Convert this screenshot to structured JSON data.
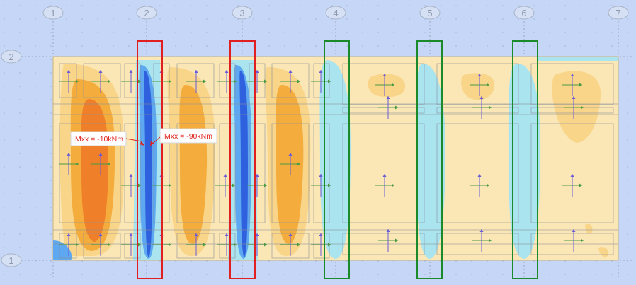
{
  "grid": {
    "columns": [
      "1",
      "2",
      "3",
      "4",
      "5",
      "6",
      "7"
    ],
    "rows": [
      "2",
      "1"
    ]
  },
  "annotations": [
    {
      "label": "Mxx = -10kNm"
    },
    {
      "label": "Mxx = -90kNm"
    }
  ],
  "colors": {
    "background": "#c5d6f7",
    "slab_base": "#fbe7b5",
    "positive_light": "#f9d58a",
    "positive_mid": "#f4ad3d",
    "positive_high": "#f07f2a",
    "negative_light": "#a9e4ef",
    "negative_mid": "#5da8f0",
    "negative_high": "#2f61de",
    "frame_red": "#e02020",
    "frame_green": "#1a8a2a",
    "annotation_text": "#e0261f"
  }
}
